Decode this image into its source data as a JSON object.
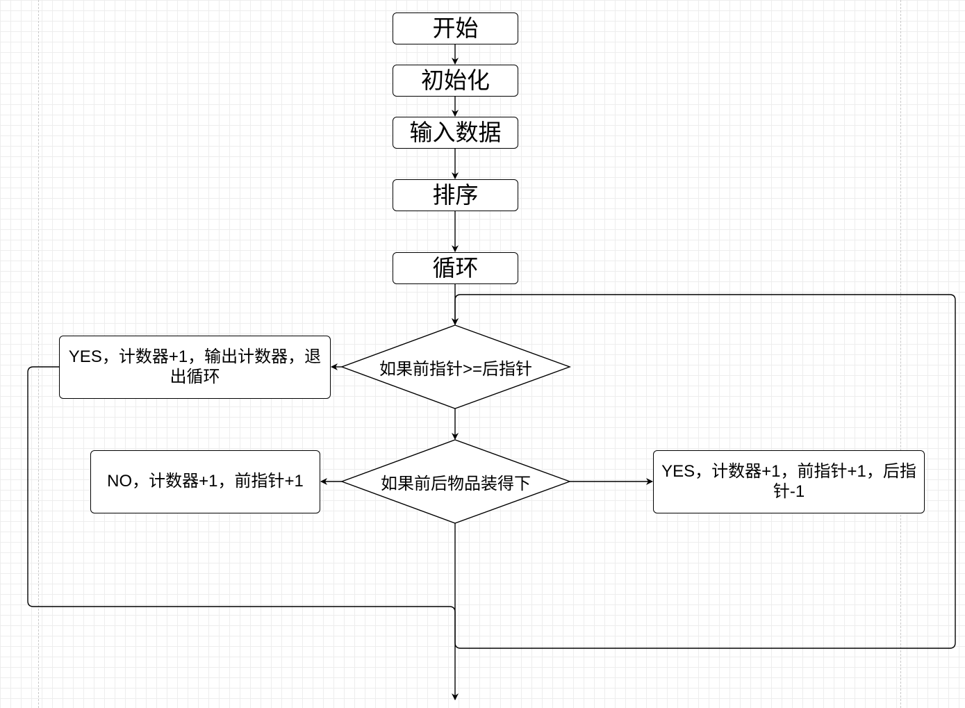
{
  "nodes": {
    "start": {
      "label": "开始"
    },
    "init": {
      "label": "初始化"
    },
    "input": {
      "label": "输入数据"
    },
    "sort": {
      "label": "排序"
    },
    "loop": {
      "label": "循环"
    },
    "exit_yes": {
      "label": "YES，计数器+1，输出计数器，退出循环"
    },
    "no_branch": {
      "label": "NO，计数器+1，前指针+1"
    },
    "yes_fit": {
      "label": "YES，计数器+1，前指针+1，后指针-1"
    }
  },
  "decisions": {
    "pointer_check": {
      "label": "如果前指针>=后指针"
    },
    "fit_check": {
      "label": "如果前后物品装得下"
    }
  },
  "colors": {
    "stroke": "#000000",
    "grid": "#ededed",
    "page_break": "#c8c8c8",
    "background": "#ffffff"
  }
}
